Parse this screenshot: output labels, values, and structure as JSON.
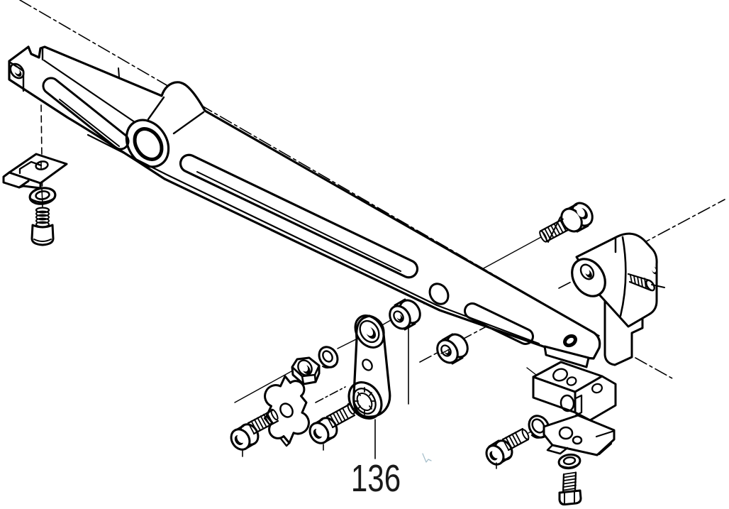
{
  "diagram": {
    "type": "exploded-parts-diagram",
    "callout": {
      "label": "136"
    },
    "colors": {
      "background": "#ffffff",
      "line": "#000000",
      "cursor_artifact": "#a8c0cc"
    },
    "parts": [
      "main-arm",
      "arm-retainer-clip",
      "clip-washer",
      "clip-set-screw",
      "pivot-link",
      "link-nut",
      "link-washer",
      "spacer-bushing-1",
      "spacer-bushing-2",
      "cloverleaf-shim-plate",
      "cap-screw-1",
      "cap-screw-2",
      "shoulder-cap-screw",
      "pivot-clamp-bracket",
      "clamp-set-screw",
      "mounting-block",
      "keyhole-bracket",
      "flanged-grommet",
      "flat-washer",
      "hex-head-screw",
      "cap-screw-3"
    ]
  }
}
